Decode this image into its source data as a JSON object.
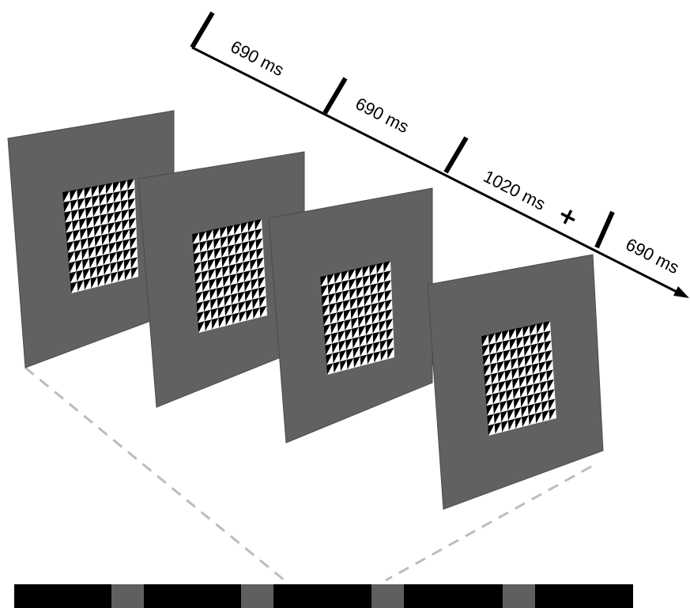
{
  "timeline": {
    "segments": [
      {
        "label": "690 ms"
      },
      {
        "label": "690 ms"
      },
      {
        "label": "1020 ms"
      },
      {
        "label": "690 ms"
      }
    ],
    "fixation_symbol": "+"
  },
  "stimuli": {
    "count": 4,
    "grid_cells": 10,
    "colors": {
      "panel": "#616161",
      "panel_edge": "#4a4a4a",
      "checker_dark": "#000000",
      "checker_light": "#ffffff",
      "connector": "#bcbcbc"
    }
  },
  "sequence_bar": {
    "colors": {
      "bar": "#000000",
      "gray_block": "#5f5f5f"
    },
    "gray_block_count": 4
  }
}
